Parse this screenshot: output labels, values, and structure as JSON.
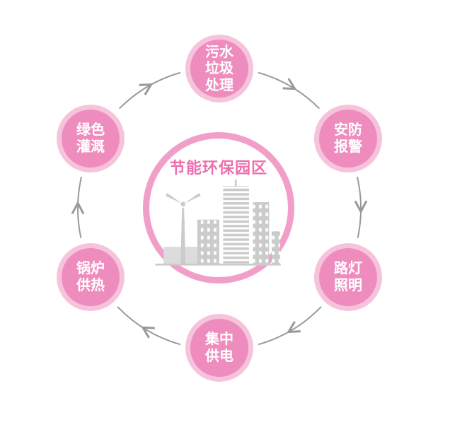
{
  "title": "节能环保园区",
  "nodes": [
    {
      "id": "sewage-waste-treatment",
      "label": "污水\n垃圾\n处理"
    },
    {
      "id": "security-alarm",
      "label": "安防\n报警"
    },
    {
      "id": "street-lighting",
      "label": "路灯\n照明"
    },
    {
      "id": "central-power-supply",
      "label": "集中\n供电"
    },
    {
      "id": "boiler-heating",
      "label": "锅炉\n供热"
    },
    {
      "id": "green-irrigation",
      "label": "绿色\n灌溉"
    }
  ],
  "icons": {
    "center": "city-skyline-with-wind-turbine-icon",
    "flow": "clockwise-arrow-cycle"
  },
  "colors": {
    "node_pink": "#ef8cbe",
    "halo_pink": "#f6c3dd",
    "ring_pink": "#f19fc9",
    "title_pink": "#ee6fae",
    "arrow_gray": "#999999",
    "city_gray": "#cbcbcb",
    "city_gray_light": "#dcdcdc"
  }
}
